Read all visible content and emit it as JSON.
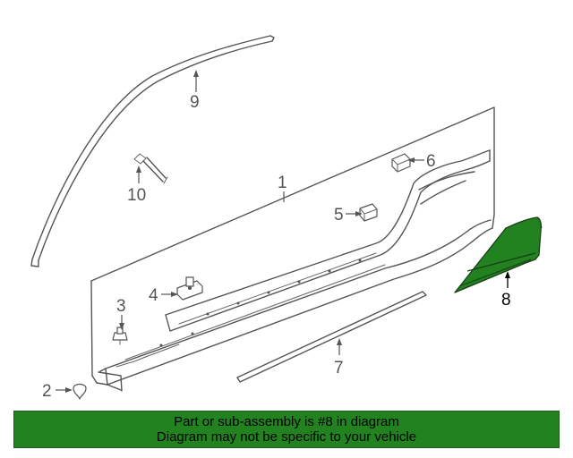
{
  "diagram": {
    "callouts": [
      {
        "id": "1",
        "label": "1"
      },
      {
        "id": "2",
        "label": "2"
      },
      {
        "id": "3",
        "label": "3"
      },
      {
        "id": "4",
        "label": "4"
      },
      {
        "id": "5",
        "label": "5"
      },
      {
        "id": "6",
        "label": "6"
      },
      {
        "id": "7",
        "label": "7"
      },
      {
        "id": "8",
        "label": "8"
      },
      {
        "id": "9",
        "label": "9"
      },
      {
        "id": "10",
        "label": "10"
      }
    ],
    "highlighted_part": "8",
    "highlight_color": "#22821f"
  },
  "banner": {
    "line1": "Part or sub-assembly is #8 in diagram",
    "line2": "Diagram may not be specific to your vehicle",
    "background": "#22821f"
  }
}
